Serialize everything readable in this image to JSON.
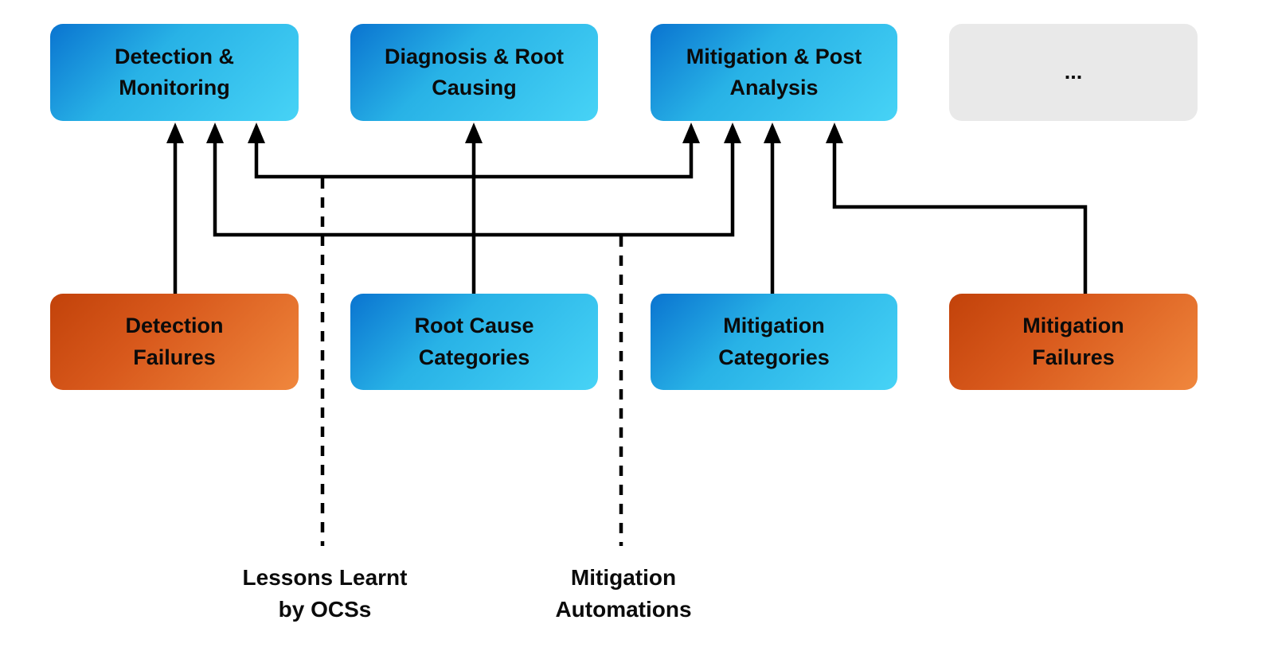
{
  "colors": {
    "background": "#ffffff",
    "node_blue_gradient_start": "#0a74d0",
    "node_blue_gradient_end": "#47d3f6",
    "node_orange_gradient_start": "#c2420a",
    "node_orange_gradient_end": "#f0873d",
    "node_gray": "#e9e9e9",
    "connector": "#000000",
    "text": "#0b0b0b"
  },
  "nodes": {
    "top": [
      {
        "id": "detection-monitoring",
        "label": "Detection &\nMonitoring",
        "style": "blue"
      },
      {
        "id": "diagnosis-root-causing",
        "label": "Diagnosis & Root\nCausing",
        "style": "blue"
      },
      {
        "id": "mitigation-post-analysis",
        "label": "Mitigation & Post\nAnalysis",
        "style": "blue"
      },
      {
        "id": "ellipsis",
        "label": "...",
        "style": "gray"
      }
    ],
    "bottom": [
      {
        "id": "detection-failures",
        "label": "Detection\nFailures",
        "style": "orange"
      },
      {
        "id": "root-cause-categories",
        "label": "Root Cause\nCategories",
        "style": "blue"
      },
      {
        "id": "mitigation-categories",
        "label": "Mitigation\nCategories",
        "style": "blue"
      },
      {
        "id": "mitigation-failures",
        "label": "Mitigation\nFailures",
        "style": "orange"
      }
    ]
  },
  "dashed_inputs": [
    {
      "id": "lessons-learnt",
      "label": "Lessons Learnt\nby OCSs"
    },
    {
      "id": "mitigation-automations",
      "label": "Mitigation\nAutomations"
    }
  ],
  "edges": [
    {
      "from": "detection-failures",
      "to": "detection-monitoring",
      "style": "solid-arrow"
    },
    {
      "from": "root-cause-categories",
      "to": "diagnosis-root-causing",
      "style": "solid-arrow"
    },
    {
      "from": "mitigation-categories",
      "to": "mitigation-post-analysis",
      "style": "solid-arrow"
    },
    {
      "from": "mitigation-failures",
      "to": "mitigation-post-analysis",
      "style": "solid-arrow"
    },
    {
      "from": "lessons-learnt",
      "to": "detection-monitoring",
      "style": "solid-arrow-from-dashed-line"
    },
    {
      "from": "lessons-learnt",
      "to": "mitigation-post-analysis",
      "style": "solid-arrow-from-dashed-line"
    },
    {
      "from": "mitigation-automations",
      "to": "detection-monitoring",
      "style": "solid-arrow-from-dashed-line"
    },
    {
      "from": "mitigation-automations",
      "to": "mitigation-post-analysis",
      "style": "solid-arrow-from-dashed-line"
    }
  ]
}
